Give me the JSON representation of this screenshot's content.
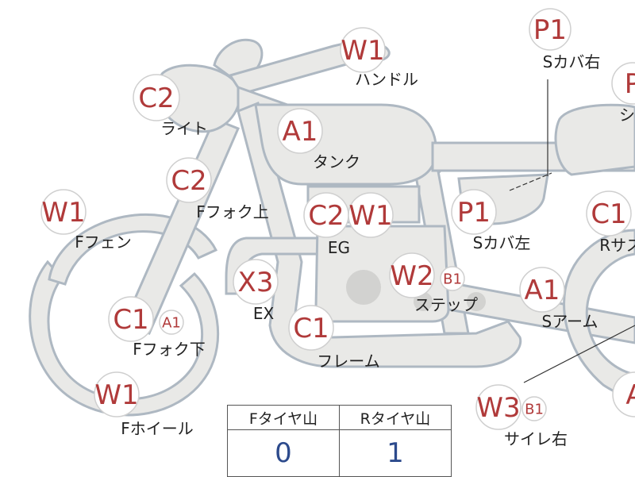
{
  "parts": [
    {
      "id": "handle",
      "codes": [
        {
          "code": "W1"
        }
      ],
      "label": "ハンドル"
    },
    {
      "id": "s-cover-right",
      "codes": [
        {
          "code": "P1"
        }
      ],
      "label": "Sカバ右"
    },
    {
      "id": "seat",
      "codes": [
        {
          "code": "P"
        }
      ],
      "label": "シ"
    },
    {
      "id": "light",
      "codes": [
        {
          "code": "C2"
        }
      ],
      "label": "ライト"
    },
    {
      "id": "tank",
      "codes": [
        {
          "code": "A1"
        }
      ],
      "label": "タンク"
    },
    {
      "id": "f-fork-upper",
      "codes": [
        {
          "code": "C2"
        }
      ],
      "label": "Fフォク上"
    },
    {
      "id": "f-fender",
      "codes": [
        {
          "code": "W1"
        }
      ],
      "label": "Fフェン"
    },
    {
      "id": "engine",
      "codes": [
        {
          "code": "C2"
        },
        {
          "code": "W1"
        }
      ],
      "label": "EG"
    },
    {
      "id": "s-cover-left",
      "codes": [
        {
          "code": "P1"
        }
      ],
      "label": "Sカバ左"
    },
    {
      "id": "r-suspension",
      "codes": [
        {
          "code": "C1"
        }
      ],
      "label": "Rサス"
    },
    {
      "id": "exhaust",
      "codes": [
        {
          "code": "X3"
        }
      ],
      "label": "EX"
    },
    {
      "id": "step",
      "codes": [
        {
          "code": "W2"
        },
        {
          "code": "B1"
        }
      ],
      "label": "ステップ"
    },
    {
      "id": "s-arm",
      "codes": [
        {
          "code": "A1"
        }
      ],
      "label": "Sアーム"
    },
    {
      "id": "f-fork-lower",
      "codes": [
        {
          "code": "C1"
        },
        {
          "code": "A1"
        }
      ],
      "label": "Fフォク下"
    },
    {
      "id": "frame",
      "codes": [
        {
          "code": "C1"
        }
      ],
      "label": "フレーム"
    },
    {
      "id": "f-wheel",
      "codes": [
        {
          "code": "W1"
        }
      ],
      "label": "Fホイール"
    },
    {
      "id": "silencer-right",
      "codes": [
        {
          "code": "W3"
        },
        {
          "code": "B1"
        }
      ],
      "label": "サイレ右"
    },
    {
      "id": "rear-wheel",
      "codes": [
        {
          "code": "A"
        }
      ],
      "label": ""
    }
  ],
  "tire_table": {
    "headers": [
      "Fタイヤ山",
      "Rタイヤ山"
    ],
    "values": [
      "0",
      "1"
    ]
  },
  "colors": {
    "code_red": "#b03a3a",
    "value_blue": "#2c4a8c",
    "part_fill": "#e9e9e7",
    "part_outline": "#aeb8c2"
  }
}
